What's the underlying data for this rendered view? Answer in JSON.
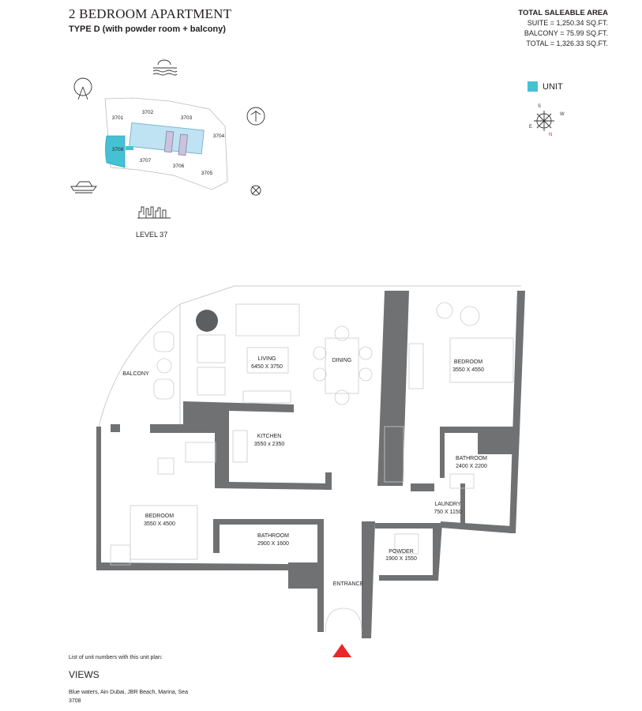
{
  "header": {
    "title": "2 BEDROOM APARTMENT",
    "subtitle": "TYPE D (with powder room + balcony)"
  },
  "area": {
    "heading": "TOTAL SALEABLE AREA",
    "suite": "SUITE = 1,250.34 SQ.FT.",
    "balcony": "BALCONY = 75.99 SQ.FT.",
    "total": "TOTAL = 1,326.33 SQ.FT."
  },
  "legend": {
    "label": "UNIT",
    "color": "#46c1d4"
  },
  "key_plan": {
    "level": "LEVEL 37",
    "units": [
      "3701",
      "3702",
      "3703",
      "3704",
      "3705",
      "3706",
      "3707",
      "3708"
    ],
    "highlighted_unit": "3708"
  },
  "rooms": {
    "balcony": "BALCONY",
    "living": "LIVING",
    "living_dim": "6450 X 3750",
    "dining": "DINING",
    "kitchen": "KITCHEN",
    "kitchen_dim": "3550 x 2350",
    "bedroom1": "BEDROOM",
    "bedroom1_dim": "3550 X 4500",
    "bathroom1": "BATHROOM",
    "bathroom1_dim": "2900 X 1600",
    "bedroom2": "BEDROOM",
    "bedroom2_dim": "3550 X 4550",
    "bathroom2": "BATHROOM",
    "bathroom2_dim": "2400 X 2200",
    "laundry": "LAUNDRY",
    "laundry_dim": "750 X 1150",
    "powder": "POWDER",
    "powder_dim": "1900 X 1550",
    "entrance": "ENTRANCE"
  },
  "colors": {
    "wall": "#707173",
    "unit": "#46c1d4",
    "core": "#bfe3f2",
    "entrance_marker": "#e8262b"
  },
  "footer": {
    "note": "List of unit numbers with this unit plan:",
    "views_heading": "VIEWS",
    "views": "Blue waters, Ain Dubai, JBR Beach, Marina, Sea",
    "unit_numbers": "3708"
  }
}
